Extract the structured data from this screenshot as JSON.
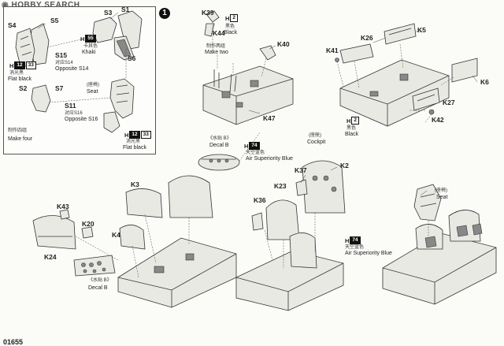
{
  "header": {
    "brand": "HOBBY SEARCH",
    "step_number": "1",
    "footer_code": "01655"
  },
  "inset": {
    "parts": [
      "S3",
      "S1",
      "S4",
      "S5",
      "S6",
      "S7",
      "S2",
      "S11",
      "S15"
    ],
    "h_kokei": {
      "h": "H",
      "num": "55",
      "cn": "卡其色",
      "en": "Khaki"
    },
    "h_flat_black_s2": {
      "h": "H",
      "num": "12",
      "num2": "33",
      "cn": "消光黑",
      "en": "Flat black"
    },
    "s15_note": {
      "cn": "对应S14",
      "en": "Opposite S14"
    },
    "s16_note": {
      "cn": "对应S16",
      "en": "Opposite S16"
    },
    "seat_label": {
      "cn": "(座椅)",
      "en": "Seat"
    },
    "make_four": {
      "cn": "制作四组",
      "en": "Make four"
    },
    "h_flat_black_bottom": {
      "h": "H",
      "num": "12",
      "num2": "33",
      "cn": "消光黑",
      "en": "Flat black"
    }
  },
  "top": {
    "k39": "K39",
    "k44": "K44",
    "k40": "K40",
    "k47": "K47",
    "h_black_top": {
      "h": "H",
      "num": "2",
      "cn": "黑色",
      "en": "Black"
    },
    "make_two": {
      "cn": "制作两组",
      "en": "Make two"
    },
    "decal": {
      "cn": "《水贴 B》",
      "en": "Decal B"
    },
    "h_air_sup": {
      "h": "H",
      "num": "74",
      "cn": "天空蓝色",
      "en": "Air Superiority Blue"
    },
    "k41": "K41",
    "k26": "K26",
    "k5": "K5",
    "k6": "K6",
    "k27": "K27",
    "k42": "K42",
    "h_black_right": {
      "h": "H",
      "num": "2",
      "cn": "黑色",
      "en": "Black"
    },
    "cockpit": {
      "cn": "(座舱)",
      "en": "Cockpit"
    }
  },
  "bottom": {
    "k3": "K3",
    "k4": "K4",
    "k43": "K43",
    "k20": "K20",
    "k24": "K24",
    "decal_b2": {
      "cn": "《水贴 B》",
      "en": "Decal B"
    },
    "k37": "K37",
    "k2": "K2",
    "k23": "K23",
    "k36": "K36",
    "h_air_sup2": {
      "h": "H",
      "num": "74",
      "cn": "天空蓝色",
      "en": "Air Superiority Blue"
    },
    "seat2": {
      "cn": "(座椅)",
      "en": "Seat"
    }
  }
}
